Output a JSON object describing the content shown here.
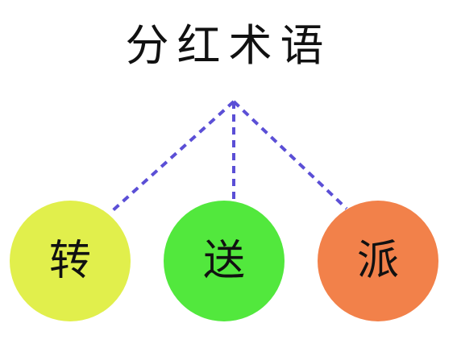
{
  "title": "分红术语",
  "nodes": [
    {
      "label": "转",
      "color": "#e1ef4c"
    },
    {
      "label": "送",
      "color": "#52e83d"
    },
    {
      "label": "派",
      "color": "#f2814a"
    }
  ],
  "connector_color": "#5b4fd6"
}
